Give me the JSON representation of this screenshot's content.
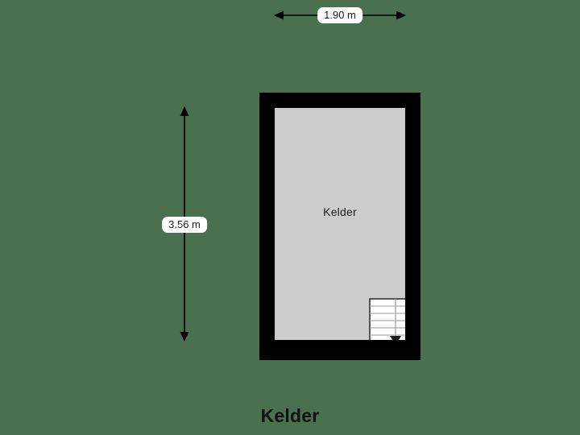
{
  "plan": {
    "title": "Kelder",
    "background_color": "#4a7050",
    "wall_color": "#000000",
    "floor_color": "#cccccc",
    "label_text_color": "#1c1c1c"
  },
  "room": {
    "name": "Kelder",
    "fill_color": "#cccccc"
  },
  "dimensions": {
    "width": {
      "value": "1.90 m",
      "orientation": "horizontal",
      "position": "top"
    },
    "height": {
      "value": "3.56 m",
      "orientation": "vertical",
      "position": "left"
    }
  },
  "features": {
    "staircase": {
      "name": "staircase",
      "step_count": 6,
      "direction_arrow": "down-arrow-icon",
      "stroke_color": "#333333",
      "fill_color": "#ffffff"
    }
  }
}
